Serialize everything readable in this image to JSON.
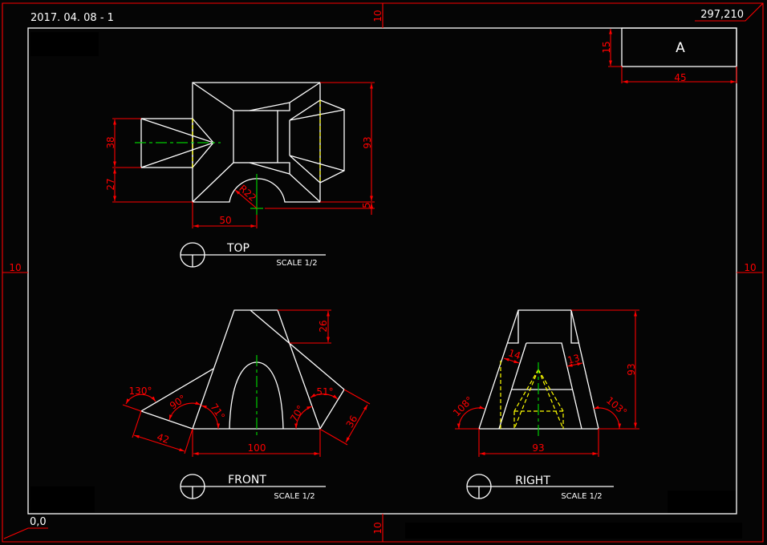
{
  "sheet": {
    "date_label": "2017. 04. 08 - 1",
    "size_label": "297,210",
    "origin_label": "0,0",
    "margin_top": "10",
    "margin_left": "10",
    "margin_right": "10",
    "margin_bottom": "10"
  },
  "title_block": {
    "label": "A",
    "height_dim": "15",
    "width_dim": "45"
  },
  "views": {
    "top": {
      "name": "TOP",
      "scale": "SCALE 1/2",
      "dims": {
        "overall_height": "93",
        "offset": "5",
        "upper": "38",
        "lower": "27",
        "width": "50",
        "radius": "R22"
      }
    },
    "front": {
      "name": "FRONT",
      "scale": "SCALE 1/2",
      "dims": {
        "height": "26",
        "base": "100",
        "wing_left": "42",
        "wing_right": "36",
        "angle_130": "130°",
        "angle_90": "90°",
        "angle_71": "71°",
        "angle_70": "70°",
        "angle_51": "51°"
      }
    },
    "right": {
      "name": "RIGHT",
      "scale": "SCALE 1/2",
      "dims": {
        "height": "93",
        "base": "93",
        "wall_left": "14",
        "wall_right": "13",
        "angle_left": "108°",
        "angle_right": "103°"
      }
    }
  },
  "colors": {
    "geometry": "#ffffff",
    "dimension": "#ff0000",
    "hidden": "#ffff00",
    "center": "#00cc00"
  }
}
